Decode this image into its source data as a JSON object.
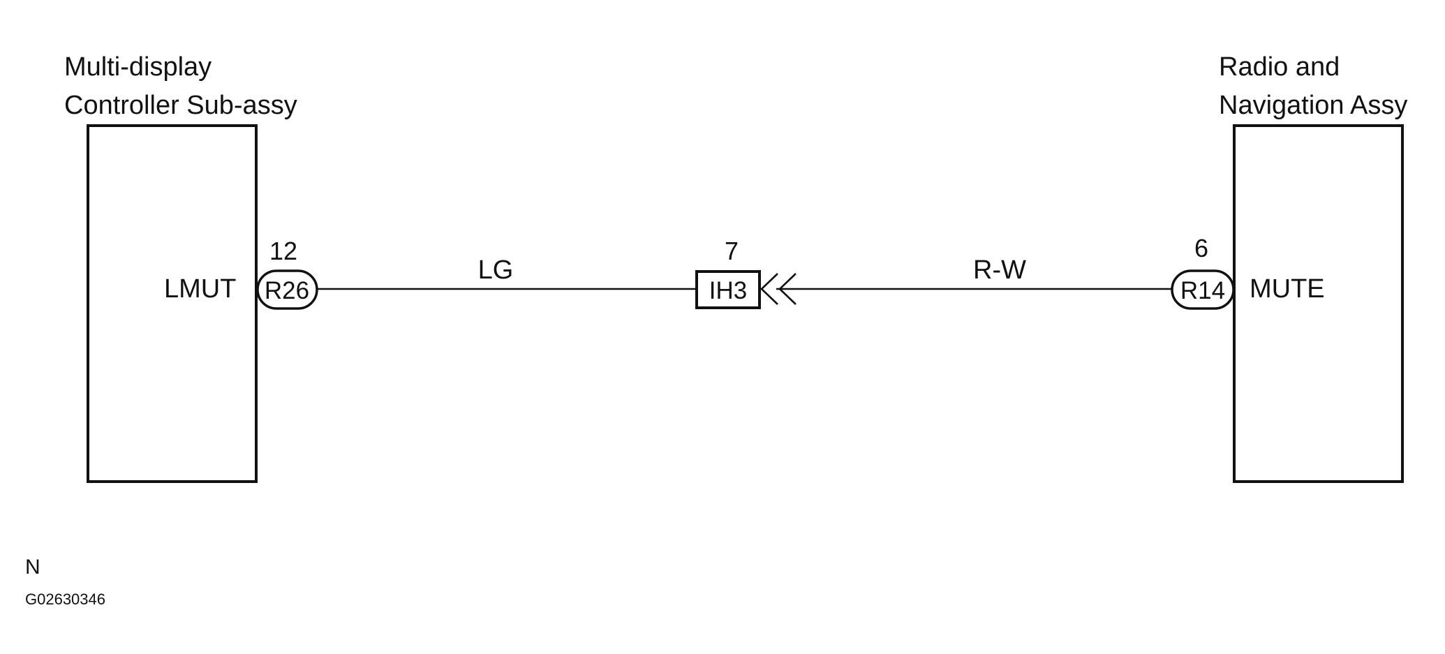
{
  "left_component": {
    "title_line1": "Multi-display",
    "title_line2": "Controller Sub-assy",
    "terminal_label": "LMUT",
    "pin_number": "12",
    "connector_code": "R26"
  },
  "right_component": {
    "title_line1": "Radio and",
    "title_line2": "Navigation Assy",
    "terminal_label": "MUTE",
    "pin_number": "6",
    "connector_code": "R14"
  },
  "junction": {
    "pin_number": "7",
    "connector_code": "IH3"
  },
  "wires": {
    "left_color_code": "LG",
    "right_color_code": "R-W"
  },
  "footer": {
    "letter": "N",
    "figure_code": "G02630346"
  }
}
